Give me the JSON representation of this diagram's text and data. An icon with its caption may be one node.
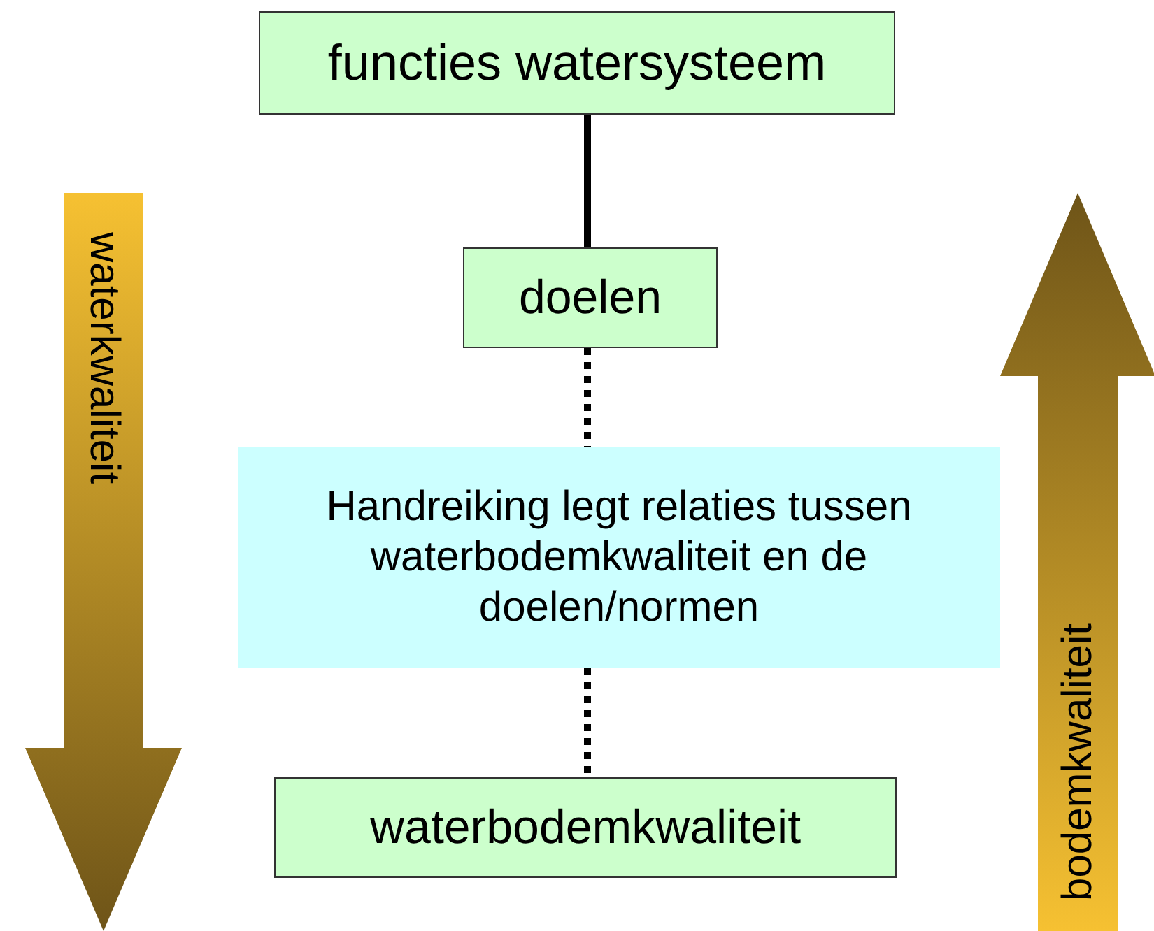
{
  "diagram": {
    "nodes": [
      {
        "text": [
          "functies watersysteem"
        ]
      },
      {
        "text": [
          "doelen"
        ]
      },
      {
        "text": [
          "Handreiking legt relaties tussen waterbodemkwaliteit en de doelen/normen"
        ]
      },
      {
        "text": [
          "waterbodemkwaliteit"
        ]
      },
      {
        "text": [
          "waterkwaliteit"
        ]
      },
      {
        "text": [
          "bodemkwaliteit"
        ]
      }
    ],
    "edges": [
      {
        "from": 0,
        "to": 1,
        "arrow": "none"
      },
      {
        "from": 1,
        "to": 2,
        "arrow": "none",
        "style": "dashed"
      },
      {
        "from": 2,
        "to": 3,
        "arrow": "none",
        "style": "dashed"
      }
    ]
  }
}
